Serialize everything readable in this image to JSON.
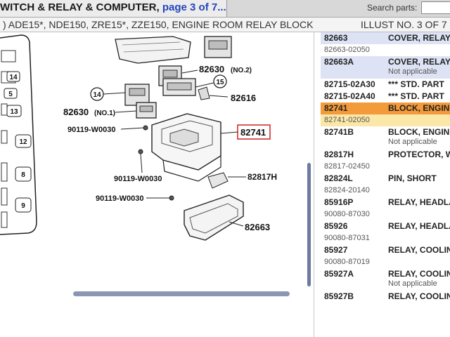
{
  "header": {
    "title_prefix": "WITCH & RELAY & COMPUTER, ",
    "page_label": "page 3 of 7...",
    "search_label": "Search parts:",
    "search_value": ""
  },
  "subheader": {
    "model_text": ") ADE15*, NDE150, ZRE15*, ZZE150, ENGINE ROOM RELAY BLOCK",
    "illust_text": "ILLUST NO. 3 OF 7"
  },
  "left_panel": {
    "callouts": [
      "14",
      "5",
      "13",
      "12",
      "8",
      "9"
    ]
  },
  "diagram": {
    "labels": {
      "p82630_2": "82630",
      "p82630_2_suffix": "(NO.2)",
      "c15": "15",
      "c14": "14",
      "p82616": "82616",
      "p82630_1": "82630",
      "p82630_1_suffix": "(NO.1)",
      "p90119_a": "90119-W0030",
      "p82741": "82741",
      "p90119_b": "90119-W0030",
      "p82817H": "82817H",
      "p90119_c": "90119-W0030",
      "p82663": "82663"
    },
    "highlight_color": "#d03030"
  },
  "parts_list": {
    "rows": [
      {
        "code": "82663",
        "desc": "COVER, RELAY"
      },
      {
        "sub": "82663-02050"
      },
      {
        "code": "82663A",
        "desc": "COVER, RELAY",
        "note": "Not applicable"
      },
      {
        "code": "82715-02A30",
        "desc": "*** STD. PART"
      },
      {
        "code": "82715-02A40",
        "desc": "*** STD. PART"
      },
      {
        "code": "82741",
        "desc": "BLOCK, ENGINE",
        "highlight": true
      },
      {
        "sub": "82741-02050",
        "highlight2": true
      },
      {
        "code": "82741B",
        "desc": "BLOCK, ENGINE",
        "note": "Not applicable"
      },
      {
        "code": "82817H",
        "desc": "PROTECTOR, W"
      },
      {
        "sub": "82817-02450"
      },
      {
        "code": "82824L",
        "desc": "PIN, SHORT"
      },
      {
        "sub": "82824-20140"
      },
      {
        "code": "85916P",
        "desc": "RELAY, HEADLA"
      },
      {
        "sub": "90080-87030"
      },
      {
        "code": "85926",
        "desc": "RELAY, HEADLA"
      },
      {
        "sub": "90080-87031"
      },
      {
        "code": "85927",
        "desc": "RELAY, COOLIN"
      },
      {
        "sub": "90080-87019"
      },
      {
        "code": "85927A",
        "desc": "RELAY, COOLIN",
        "note": "Not applicable"
      },
      {
        "code": "85927B",
        "desc": "RELAY, COOLIN"
      }
    ]
  }
}
